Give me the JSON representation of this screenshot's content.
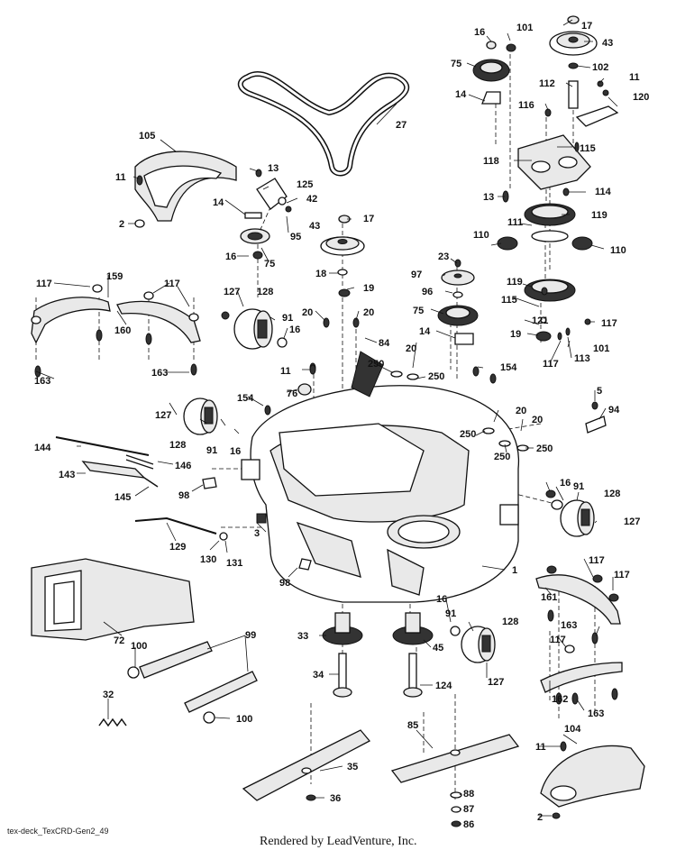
{
  "footer": {
    "diagram_id": "tex-deck_TexCRD-Gen2_49",
    "rendered_by": "Rendered by LeadVenture, Inc."
  },
  "callouts": [
    {
      "id": "c1",
      "text": "16"
    },
    {
      "id": "c2",
      "text": "101"
    },
    {
      "id": "c3",
      "text": "17"
    },
    {
      "id": "c4",
      "text": "43"
    },
    {
      "id": "c5",
      "text": "75"
    },
    {
      "id": "c6",
      "text": "102"
    },
    {
      "id": "c7",
      "text": "11"
    },
    {
      "id": "c8",
      "text": "112"
    },
    {
      "id": "c9",
      "text": "14"
    },
    {
      "id": "c10",
      "text": "120"
    },
    {
      "id": "c11",
      "text": "116"
    },
    {
      "id": "c12",
      "text": "27"
    },
    {
      "id": "c13",
      "text": "105"
    },
    {
      "id": "c14",
      "text": "115"
    },
    {
      "id": "c15",
      "text": "118"
    },
    {
      "id": "c16",
      "text": "11"
    },
    {
      "id": "c17",
      "text": "13"
    },
    {
      "id": "c18",
      "text": "125"
    },
    {
      "id": "c19",
      "text": "42"
    },
    {
      "id": "c20",
      "text": "13"
    },
    {
      "id": "c21",
      "text": "114"
    },
    {
      "id": "c22",
      "text": "2"
    },
    {
      "id": "c23",
      "text": "14"
    },
    {
      "id": "c24",
      "text": "95"
    },
    {
      "id": "c25",
      "text": "119"
    },
    {
      "id": "c26",
      "text": "43"
    },
    {
      "id": "c27",
      "text": "17"
    },
    {
      "id": "c28",
      "text": "111"
    },
    {
      "id": "c29",
      "text": "110"
    },
    {
      "id": "c30",
      "text": "110"
    },
    {
      "id": "c31",
      "text": "16"
    },
    {
      "id": "c32",
      "text": "75"
    },
    {
      "id": "c33",
      "text": "23"
    },
    {
      "id": "c34",
      "text": "117"
    },
    {
      "id": "c35",
      "text": "159"
    },
    {
      "id": "c36",
      "text": "117"
    },
    {
      "id": "c37",
      "text": "18"
    },
    {
      "id": "c38",
      "text": "97"
    },
    {
      "id": "c39",
      "text": "127"
    },
    {
      "id": "c40",
      "text": "128"
    },
    {
      "id": "c41",
      "text": "19"
    },
    {
      "id": "c42",
      "text": "96"
    },
    {
      "id": "c43",
      "text": "119"
    },
    {
      "id": "c44",
      "text": "115"
    },
    {
      "id": "c45",
      "text": "160"
    },
    {
      "id": "c46",
      "text": "20"
    },
    {
      "id": "c47",
      "text": "20"
    },
    {
      "id": "c48",
      "text": "91"
    },
    {
      "id": "c49",
      "text": "75"
    },
    {
      "id": "c50",
      "text": "16"
    },
    {
      "id": "c51",
      "text": "121"
    },
    {
      "id": "c52",
      "text": "117"
    },
    {
      "id": "c53",
      "text": "14"
    },
    {
      "id": "c54",
      "text": "84"
    },
    {
      "id": "c55",
      "text": "163"
    },
    {
      "id": "c56",
      "text": "163"
    },
    {
      "id": "c57",
      "text": "19"
    },
    {
      "id": "c58",
      "text": "101"
    },
    {
      "id": "c59",
      "text": "11"
    },
    {
      "id": "c60",
      "text": "20"
    },
    {
      "id": "c61",
      "text": "250"
    },
    {
      "id": "c62",
      "text": "250"
    },
    {
      "id": "c63",
      "text": "117"
    },
    {
      "id": "c64",
      "text": "113"
    },
    {
      "id": "c65",
      "text": "154"
    },
    {
      "id": "c66",
      "text": "76"
    },
    {
      "id": "c67",
      "text": "127"
    },
    {
      "id": "c68",
      "text": "154"
    },
    {
      "id": "c69",
      "text": "5"
    },
    {
      "id": "c70",
      "text": "94"
    },
    {
      "id": "c71",
      "text": "20"
    },
    {
      "id": "c72",
      "text": "20"
    },
    {
      "id": "c73",
      "text": "128"
    },
    {
      "id": "c74",
      "text": "91"
    },
    {
      "id": "c75",
      "text": "16"
    },
    {
      "id": "c76",
      "text": "250"
    },
    {
      "id": "c77",
      "text": "250"
    },
    {
      "id": "c78",
      "text": "250"
    },
    {
      "id": "c79",
      "text": "144"
    },
    {
      "id": "c80",
      "text": "146"
    },
    {
      "id": "c81",
      "text": "143"
    },
    {
      "id": "c82",
      "text": "145"
    },
    {
      "id": "c83",
      "text": "98"
    },
    {
      "id": "c84",
      "text": "16"
    },
    {
      "id": "c85",
      "text": "91"
    },
    {
      "id": "c86",
      "text": "128"
    },
    {
      "id": "c87",
      "text": "127"
    },
    {
      "id": "c88",
      "text": "3"
    },
    {
      "id": "c89",
      "text": "129"
    },
    {
      "id": "c90",
      "text": "130"
    },
    {
      "id": "c91",
      "text": "131"
    },
    {
      "id": "c92",
      "text": "98"
    },
    {
      "id": "c93",
      "text": "1"
    },
    {
      "id": "c94",
      "text": "117"
    },
    {
      "id": "c95",
      "text": "117"
    },
    {
      "id": "c96",
      "text": "161"
    },
    {
      "id": "c97",
      "text": "16"
    },
    {
      "id": "c98",
      "text": "91"
    },
    {
      "id": "c99",
      "text": "128"
    },
    {
      "id": "c100",
      "text": "163"
    },
    {
      "id": "c101",
      "text": "72"
    },
    {
      "id": "c102",
      "text": "99"
    },
    {
      "id": "c103",
      "text": "33"
    },
    {
      "id": "c104",
      "text": "45"
    },
    {
      "id": "c105",
      "text": "100"
    },
    {
      "id": "c106",
      "text": "117"
    },
    {
      "id": "c107",
      "text": "34"
    },
    {
      "id": "c108",
      "text": "124"
    },
    {
      "id": "c109",
      "text": "127"
    },
    {
      "id": "c110",
      "text": "162"
    },
    {
      "id": "c111",
      "text": "163"
    },
    {
      "id": "c112",
      "text": "32"
    },
    {
      "id": "c113",
      "text": "100"
    },
    {
      "id": "c114",
      "text": "104"
    },
    {
      "id": "c115",
      "text": "11"
    },
    {
      "id": "c116",
      "text": "85"
    },
    {
      "id": "c117",
      "text": "35"
    },
    {
      "id": "c118",
      "text": "88"
    },
    {
      "id": "c119",
      "text": "87"
    },
    {
      "id": "c120",
      "text": "36"
    },
    {
      "id": "c121",
      "text": "86"
    },
    {
      "id": "c122",
      "text": "2"
    }
  ]
}
